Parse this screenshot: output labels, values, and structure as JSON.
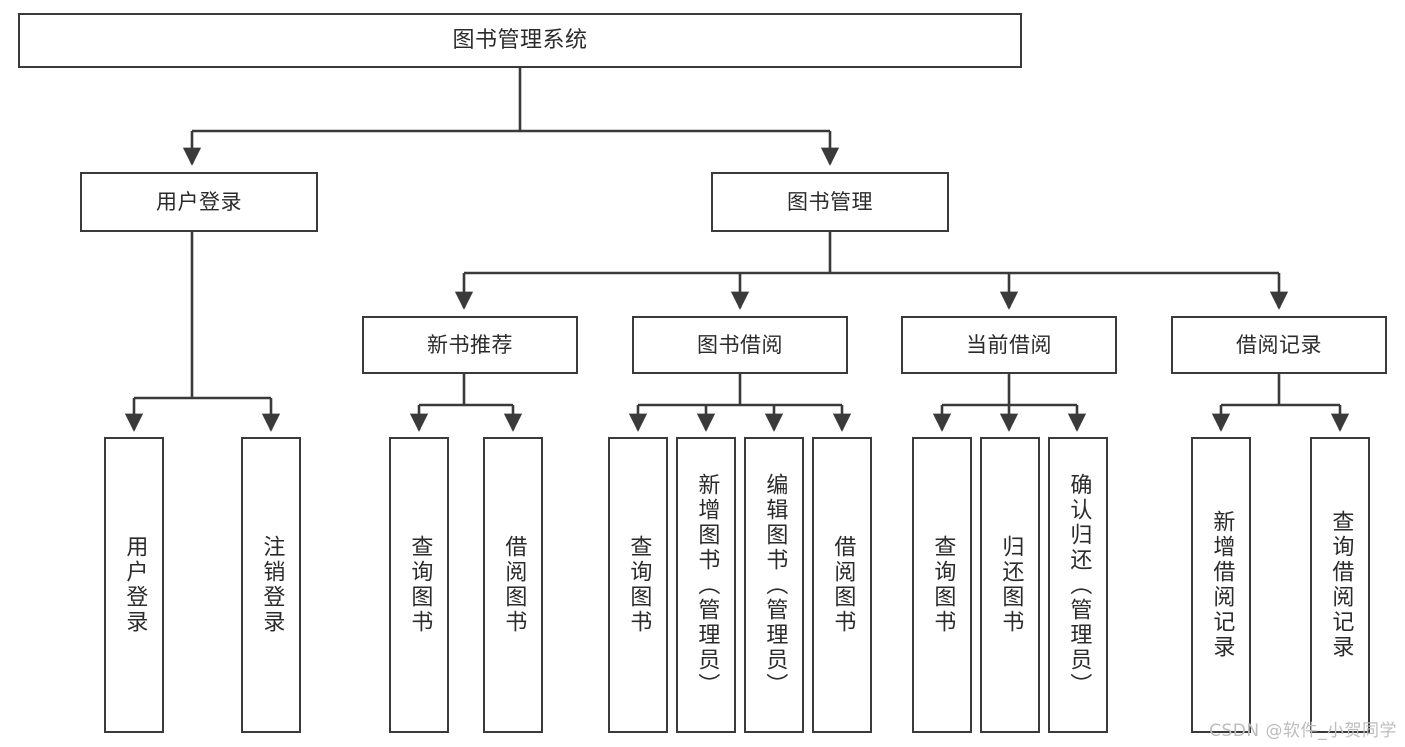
{
  "diagram": {
    "type": "tree-hierarchy",
    "title": "图书管理系统",
    "watermark": "CSDN @软件_小贺同学",
    "colors": {
      "box_border": "#3a3a3a",
      "box_fill": "#ffffff",
      "connector": "#3a3a3a",
      "text": "#2b2b2b",
      "watermark": "#bdbdbd",
      "background": "#ffffff"
    },
    "nodes": {
      "root": {
        "label": "图书管理系统"
      },
      "level2": [
        {
          "label": "用户登录"
        },
        {
          "label": "图书管理"
        }
      ],
      "level3": [
        {
          "label": "新书推荐"
        },
        {
          "label": "图书借阅"
        },
        {
          "label": "当前借阅"
        },
        {
          "label": "借阅记录"
        }
      ],
      "leaves": {
        "user_login": [
          {
            "label": "用户登录"
          },
          {
            "label": "注销登录"
          }
        ],
        "new_book_recommend": [
          {
            "label": "查询图书"
          },
          {
            "label": "借阅图书"
          }
        ],
        "book_borrow": [
          {
            "label": "查询图书"
          },
          {
            "label": "新增图书（管理员）"
          },
          {
            "label": "编辑图书（管理员）"
          },
          {
            "label": "借阅图书"
          }
        ],
        "current_borrow": [
          {
            "label": "查询图书"
          },
          {
            "label": "归还图书"
          },
          {
            "label": "确认归还（管理员）"
          }
        ],
        "borrow_record": [
          {
            "label": "新增借阅记录"
          },
          {
            "label": "查询借阅记录"
          }
        ]
      }
    }
  }
}
